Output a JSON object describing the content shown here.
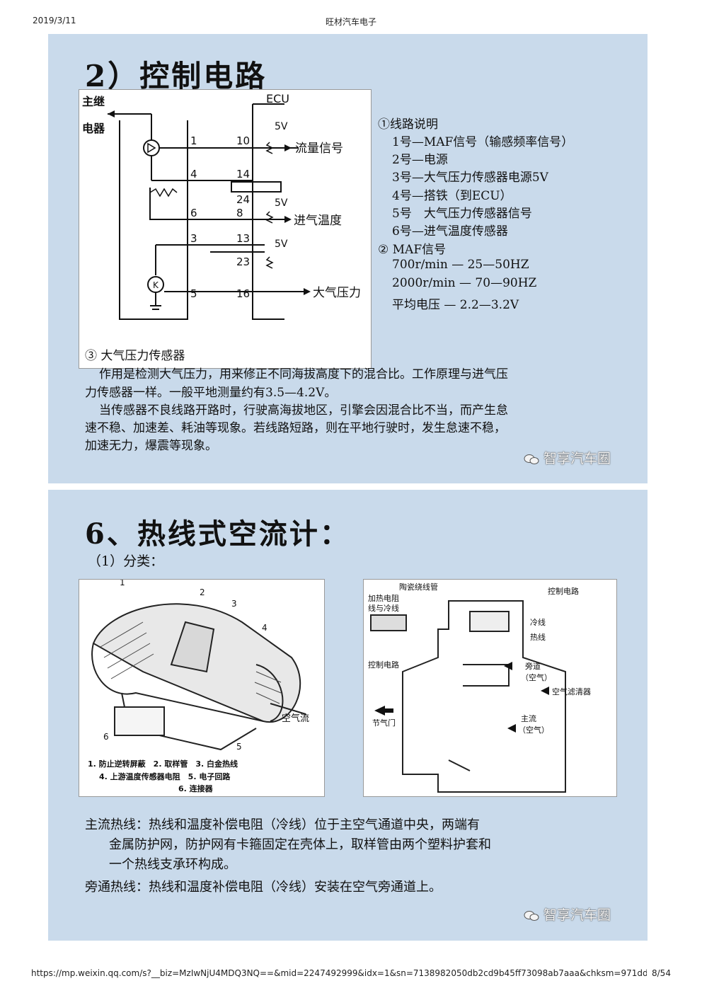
{
  "header": {
    "date": "2019/3/11",
    "title": "旺材汽车电子"
  },
  "footer": {
    "url": "https://mp.weixin.qq.com/s?__biz=MzIwNjU4MDQ3NQ==&mid=2247492999&idx=1&sn=7138982050db2cd9b45ff73098ab7aaa&chksm=971dda…",
    "page": "8/54"
  },
  "slide1": {
    "title": "2）控制电路",
    "circuit": {
      "ecu": "ECU",
      "relay_line1": "主继",
      "relay_line2": "电器",
      "pins_left": [
        "1",
        "4",
        "6",
        "3",
        "5"
      ],
      "pins_ecu": [
        "10",
        "14",
        "24",
        "8",
        "13",
        "23",
        "16"
      ],
      "v5": [
        "5V",
        "5V",
        "5V"
      ],
      "signals": [
        "流量信号",
        "进气温度",
        "大气压力"
      ],
      "k_label": "K"
    },
    "notes": [
      "①线路说明",
      "1号—MAF信号（输感频率信号）",
      "2号—电源",
      "3号—大气压力传感器电源5V",
      "4号—搭铁（到ECU）",
      "5号　大气压力传感器信号",
      "6号—进气温度传感器",
      "② MAF信号",
      "700r/min — 25—50HZ",
      "2000r/min — 70—90HZ",
      "平均电压 — 2.2—3.2V"
    ],
    "sensor_title": "③ 大气压力传感器",
    "sensor_text": [
      "作用是检测大气压力，用来修正不同海拔高度下的混合比。工作原理与进气压",
      "力传感器一样。一般平地测量约有3.5—4.2V。",
      "当传感器不良线路开路时，行驶高海拔地区，引擎会因混合比不当，而产生怠",
      "速不稳、加速差、耗油等现象。若线路短路，则在平地行驶时，发生怠速不稳，",
      "加速无力，爆震等现象。"
    ],
    "watermark": "智享汽车圈"
  },
  "slide2": {
    "title": "6、热线式空流计：",
    "subtitle": "（1）分类：",
    "left_fig": {
      "numbers": [
        "1",
        "2",
        "3",
        "4",
        "5",
        "6"
      ],
      "airflow": "空气流",
      "legend": [
        "1. 防止逆转屏蔽　2. 取样管　3. 白金热线",
        "4. 上游温度传感器电阻　5. 电子回路",
        "6. 连接器"
      ]
    },
    "right_fig": {
      "labels": [
        "陶瓷绕线管",
        "加热电阻",
        "线与冷线",
        "控制电路",
        "控制电路",
        "冷线",
        "热线",
        "旁道",
        "（空气）",
        "空气滤清器",
        "节气门",
        "主流",
        "（空气）"
      ]
    },
    "paragraphs": [
      "主流热线：热线和温度补偿电阻（冷线）位于主空气通道中央，两端有",
      "金属防护网，防护网有卡箍固定在壳体上，取样管由两个塑料护套和",
      "一个热线支承环构成。",
      "旁通热线：热线和温度补偿电阻（冷线）安装在空气旁通道上。"
    ],
    "watermark": "智享汽车圈"
  }
}
